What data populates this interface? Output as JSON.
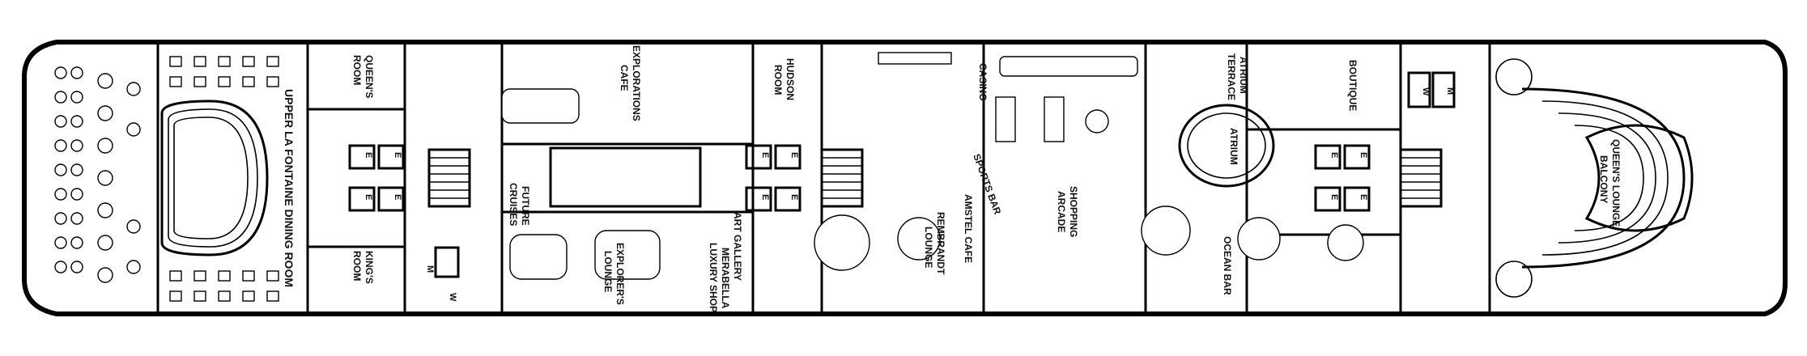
{
  "deck": {
    "labels": {
      "dining": "UPPER LA FONTAINE DINING ROOM",
      "queens_room_1": "QUEEN'S",
      "queens_room_2": "ROOM",
      "kings_room_1": "KING'S",
      "kings_room_2": "ROOM",
      "future_cruises_1": "FUTURE",
      "future_cruises_2": "CRUISES",
      "explorations_cafe_1": "EXPLORATIONS",
      "explorations_cafe_2": "CAFE",
      "explorers_lounge_1": "EXPLORER'S",
      "explorers_lounge_2": "LOUNGE",
      "hudson_room_1": "HUDSON",
      "hudson_room_2": "ROOM",
      "art_gallery": "ART GALLERY",
      "merabella_1": "MERABELLA",
      "merabella_2": "LUXURY SHOP",
      "casino": "CASINO",
      "sports_bar": "SPORTS BAR",
      "amstel_cafe": "AMSTEL CAFE",
      "rembrandt_1": "REMBRANDT",
      "rembrandt_2": "LOUNGE",
      "shopping_1": "SHOPPING",
      "shopping_2": "ARCADE",
      "atrium_terrace_1": "ATRIUM",
      "atrium_terrace_2": "TERRACE",
      "atrium": "ATRIUM",
      "ocean_bar": "OCEAN BAR",
      "boutique": "BOUTIQUE",
      "queens_lounge_1": "QUEEN'S LOUNGE",
      "queens_lounge_2": "BALCONY",
      "elevator": "E",
      "women": "W",
      "men": "M"
    }
  }
}
